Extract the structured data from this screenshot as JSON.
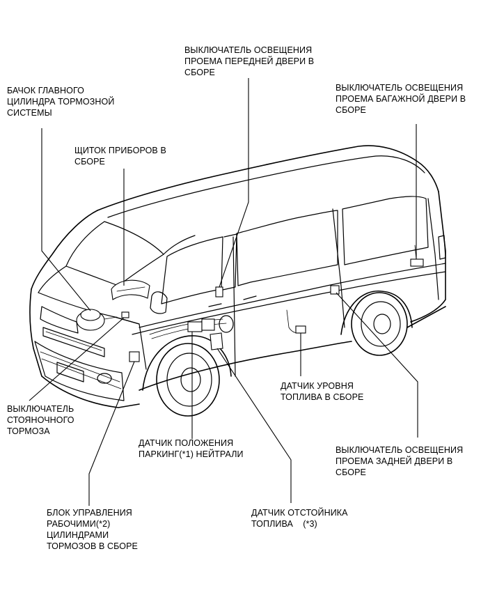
{
  "labels": {
    "front_door_switch": [
      "ВЫКЛЮЧАТЕЛЬ ОСВЕЩЕНИЯ",
      "ПРОЕМА ПЕРЕДНЕЙ ДВЕРИ В",
      "СБОРЕ"
    ],
    "brake_reservoir": [
      "БАЧОК ГЛАВНОГО",
      "ЦИЛИНДРА ТОРМОЗНОЙ",
      "СИСТЕМЫ"
    ],
    "luggage_door_switch": [
      "ВЫКЛЮЧАТЕЛЬ ОСВЕЩЕНИЯ",
      "ПРОЕМА БАГАЖНОЙ ДВЕРИ В",
      "СБОРЕ"
    ],
    "instrument_panel": [
      "ЩИТОК ПРИБОРОВ В",
      "СБОРЕ"
    ],
    "fuel_level_sensor": [
      "ДАТЧИК УРОВНЯ",
      "ТОПЛИВА В СБОРЕ"
    ],
    "parking_brake_switch": [
      "ВЫКЛЮЧАТЕЛЬ",
      "СТОЯНОЧНОГО",
      "ТОРМОЗА"
    ],
    "park_neutral_sensor": [
      "ДАТЧИК ПОЛОЖЕНИЯ",
      "ПАРКИНГ(*1) НЕЙТРАЛИ"
    ],
    "rear_door_switch": [
      "ВЫКЛЮЧАТЕЛЬ ОСВЕЩЕНИЯ",
      "ПРОЕМА ЗАДНЕЙ ДВЕРИ В",
      "СБОРЕ"
    ],
    "brake_actuator": [
      "БЛОК УПРАВЛЕНИЯ",
      "РАБОЧИМИ(*2)",
      "ЦИЛИНДРАМИ",
      "ТОРМОЗОВ В СБОРЕ"
    ],
    "fuel_sedimenter_sensor": [
      "ДАТЧИК ОТСТОЙНИКА",
      "ТОПЛИВА    (*3)"
    ]
  }
}
